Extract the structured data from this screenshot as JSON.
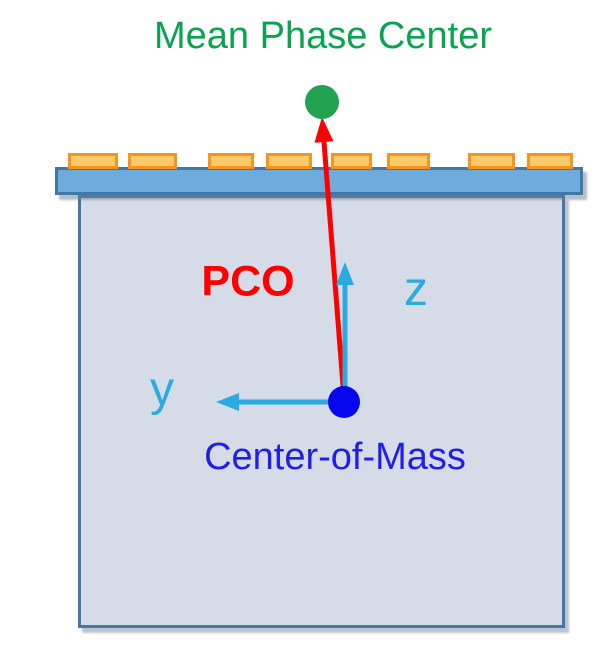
{
  "diagram": {
    "title": "Mean Phase Center",
    "pco_label": "PCO",
    "z_axis_label": "z",
    "y_axis_label": "y",
    "center_of_mass_label": "Center-of-Mass"
  },
  "colors": {
    "background": "#FFFFFF",
    "title_green": "#0AA351",
    "phase_center_dot": "#23A351",
    "pco_red": "#FF0000",
    "axis_cyan": "#29ABE2",
    "com_text_blue": "#1F1FE8",
    "com_dot_blue": "#0707EE",
    "panel_fill": "#6FACDE",
    "panel_border": "#4377A6",
    "patch_fill": "#FCCB69",
    "patch_border": "#F7941E",
    "body_fill": "#D6DBE8",
    "body_border": "#4377A6"
  }
}
